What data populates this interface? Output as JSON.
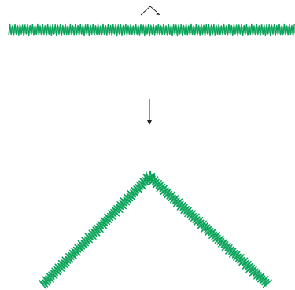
{
  "diagram": {
    "stitch_color": "#0aa35a",
    "arrow_color": "#222222",
    "elements": [
      {
        "id": "straight-stitch-line",
        "description_icon": "straight-zigzag-stitch"
      },
      {
        "id": "bend-direction-icon",
        "description_icon": "corner-arrow-icon"
      },
      {
        "id": "transform-arrow",
        "description_icon": "down-arrow-icon"
      },
      {
        "id": "chevron-stitch",
        "description_icon": "chevron-zigzag-stitch"
      }
    ]
  }
}
